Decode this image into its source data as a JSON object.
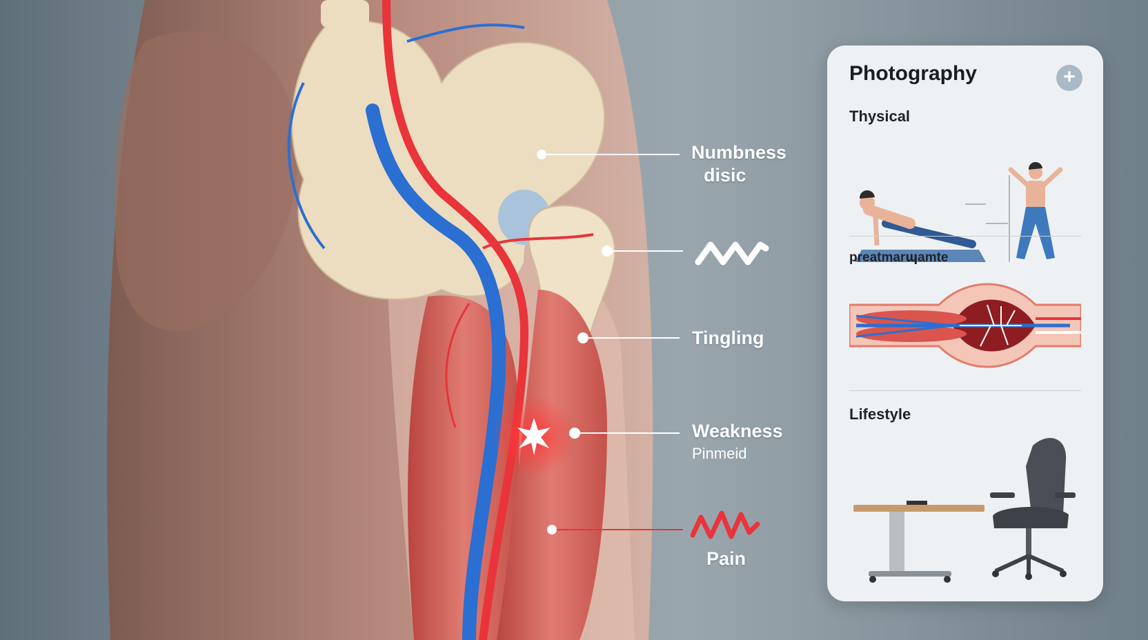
{
  "callouts": {
    "numbness": {
      "label": "Numbness",
      "sub": "disic"
    },
    "tingling": {
      "label": "Tingling"
    },
    "weakness": {
      "label": "Weakness",
      "sub": "Pinmeid"
    },
    "pain": {
      "label": "Pain"
    }
  },
  "panel": {
    "title": "Photography",
    "sections": [
      {
        "label": "Thysical",
        "icon": "exercise-figures-icon"
      },
      {
        "label": "preatmarպamte",
        "icon": "nerve-compression-diagram-icon"
      },
      {
        "label": "Lifestyle",
        "icon": "standing-desk-chair-icon"
      }
    ]
  },
  "colors": {
    "pain_red": "#e8343a",
    "nerve_blue": "#2a6fd1",
    "bone": "#ecdcc0",
    "muscle": "#d9645d",
    "panel_bg": "#eef1f3"
  }
}
